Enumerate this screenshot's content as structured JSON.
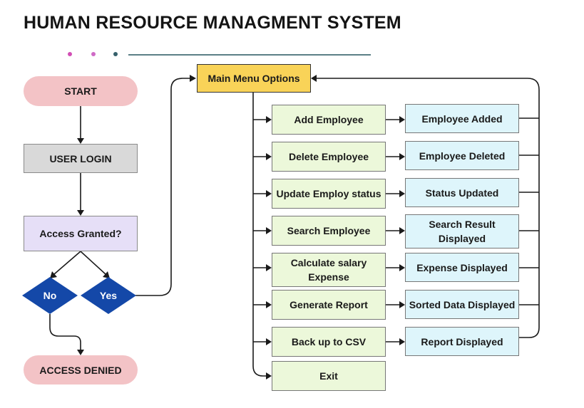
{
  "title": "HUMAN RESOURCE MANAGMENT SYSTEM",
  "colors": {
    "dot_1": "#d24fb5",
    "dot_2": "#cf6ac6",
    "dot_3": "#36606b",
    "start_fill": "#f3c3c6",
    "decision_fill": "#1448a8",
    "menu_fill": "#f9d358",
    "option_fill": "#ecf8da",
    "result_fill": "#def5fb"
  },
  "flow": {
    "start": "START",
    "user_login": "USER LOGIN",
    "access_question": "Access Granted?",
    "no_label": "No",
    "yes_label": "Yes",
    "access_denied": "ACCESS DENIED"
  },
  "menu": {
    "title": "Main Menu Options",
    "options": [
      {
        "label": "Add Employee",
        "result": "Employee Added"
      },
      {
        "label": "Delete Employee",
        "result": "Employee Deleted"
      },
      {
        "label": "Update Employ status",
        "result": "Status Updated"
      },
      {
        "label": "Search Employee",
        "result": "Search Result Displayed"
      },
      {
        "label": "Calculate salary Expense",
        "result": "Expense Displayed"
      },
      {
        "label": "Generate Report",
        "result": "Sorted Data Displayed"
      },
      {
        "label": "Back up to CSV",
        "result": "Report Displayed"
      },
      {
        "label": "Exit",
        "result": null
      }
    ]
  }
}
